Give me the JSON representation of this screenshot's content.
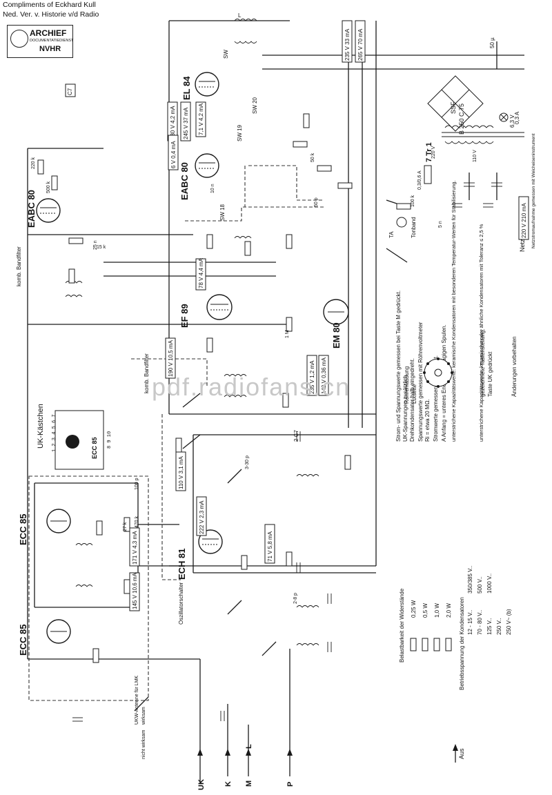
{
  "header": {
    "line1": "Compliments of Eckhard Kull",
    "line2": "Ned. Ver. v. Historie v/d Radio",
    "source_tag": "RadioFans.CN"
  },
  "stamp": {
    "title": "ARCHIEF",
    "subtitle": "DOCUMENTATIEDIENST",
    "org": "NVHR"
  },
  "watermark": "pdf.radiofans.cn",
  "tubes": {
    "el84": "EL 84",
    "eabc80_top": "EABC 80",
    "eabc80_left": "EABC 80",
    "ef89": "EF 89",
    "em80": "EM 80",
    "ech81": "ECH 81",
    "ecc85_a": "ECC 85",
    "ecc85_b": "ECC 85",
    "ecc85_box": "ECC 85"
  },
  "blocks": {
    "uk_kaestchen": "UK-Kästchen",
    "uk_pins_top": "1 2 3 4 5 6 7",
    "uk_pins_bottom": "8 9 10",
    "bandfilter_1": "komb. Bandfilter",
    "bandfilter_2": "komb. Bandfilter",
    "oscillator_switch": "Oszillatorschalter",
    "cabinet_code": "C7",
    "ukw_antenna": "UKW-Antenne für LMK",
    "wirksam": "wirksam",
    "nicht_wirksam": "nicht wirksam"
  },
  "measurements": {
    "m1": "235 V 33 mA",
    "m2": "265 V 70 mA",
    "m3": "230 V 4,2 mA",
    "m4": "245 V 37 mA",
    "m5": "7,1 V 4,2 mA",
    "m6": "6 V 0,4 mA",
    "m7": "78 V 4,4 mA",
    "m8": "190 V 10,5 mA",
    "m9": "235 V 1,2 mA",
    "m10": "142 V 0,36 mA",
    "m11": "110 V 3,1 mA",
    "m12": "222 V 2,3 mA",
    "m13": "71 V 5,8 mA",
    "m14": "171 V 4,3 mA",
    "m15": "145 V 10,6 mA",
    "m16": "220 V 210 mA"
  },
  "components": {
    "r_15k": "15 k",
    "r_220k": "220 k",
    "r_500k": "500 k",
    "c_25n": "25 n",
    "c_10n": "10 n",
    "r_1M": "1 M",
    "r_50k": "50 k",
    "r_100k": "100 k",
    "c_50p": "50 p",
    "c_5n": "5 n",
    "c_3_30p": "3-30 p",
    "c_2_8p": "2-8 p",
    "c_2C7": "2 C7",
    "c_100p": "100 p",
    "r_27k": "27 k",
    "r_470k": "470 k",
    "c_50u": "50 µ",
    "rect": "B 250 C 75",
    "ssf": "SSF",
    "fuse": "0,3/0,6 A",
    "fuse2": "0,3 A",
    "lamp": "6,3 V",
    "transformer": "7 Tr 1",
    "sw": "SW",
    "sw18": "SW 18",
    "sw19": "SW 19",
    "sw20": "SW 20",
    "tonband": "Tonband",
    "volt_220": "220 V",
    "volt_110": "110 V",
    "tonabnehmer": "TA",
    "speaker": "L"
  },
  "legend": {
    "mess_heading": "Strom- und Spannungswerte gemessen bei Taste M gedrückt.",
    "mess_uk": "UK-Spannungen zusätzlich.",
    "mess_drehko": "Drehkondensator halb eingedreht.",
    "mess_roehre": "Spannungswerte gemessen mit Röhrenvoltmeter",
    "mess_ri": "Ri = etwa 20 MΩ.",
    "mess_strom": "Stromwerte gemessen mit Multizet.",
    "spulen": "A Anfang = unteres Ende bei einlagigen Spulen.",
    "kapaz_1": "unterstrichene Kapazitätswerte: keramische Kondensatoren mit besonderen Temperatur-Werten für Stabilisierung.",
    "kapaz_2": "unterstrichene Kapazitätswerte: keramische oder ähnliche Kondensatoren mit Toleranz ≤ 2,5 %",
    "belastbarkeit": "Belastbarkeit der Widerstände",
    "w1": "0,25 W",
    "w2": "0,5 W",
    "w3": "1,0 W",
    "w4": "2,0 W",
    "betrieb": "Betriebsspannung der Kondensatoren",
    "v1": "12 - 15 V..",
    "v2": "70 - 80 V..",
    "v3": "125 V..",
    "v4": "250 V..",
    "v5": "250 V~ (b)",
    "v6": "350/385 V..",
    "v7": "500 V..",
    "v8": "1000 V..",
    "roehrenfassung": "Röhrenfassung",
    "loetseite": "Lötseite",
    "tastenstellung": "gezeichnete Tastenstellung:",
    "taste_uk": "Taste UK gedrückt",
    "aenderungen": "Änderungen vorbehalten",
    "netz": "Netz",
    "netzstrom": "Netzstromaufnahme gemessen mit Weicheiseninstrument",
    "aus": "Aus"
  },
  "bands": {
    "uk": "UK",
    "k": "K",
    "m": "M",
    "l": "L",
    "p": "P"
  }
}
